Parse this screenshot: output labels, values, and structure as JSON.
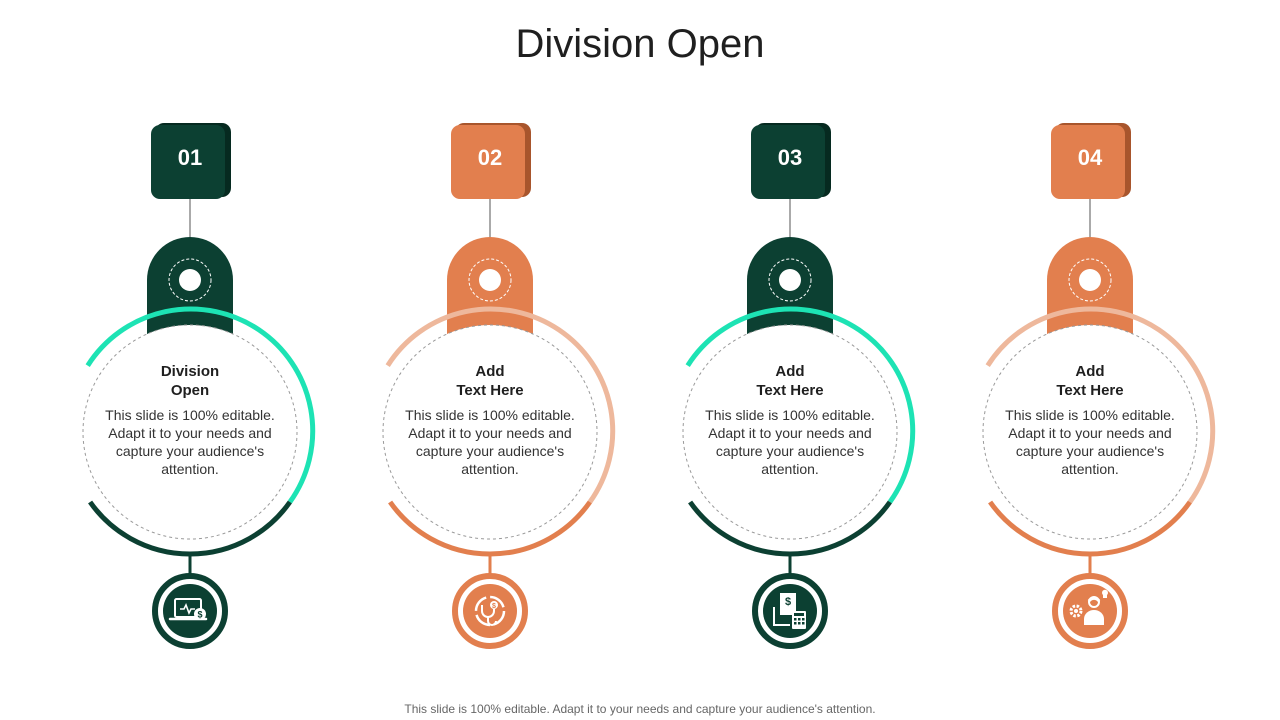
{
  "title": "Division Open",
  "footer": "This slide is 100% editable. Adapt it to your needs and capture your audience's attention.",
  "colors": {
    "dark_green": "#0c4032",
    "dark_green_shadow": "#062a20",
    "teal_accent": "#1de3b4",
    "orange": "#e27f4e",
    "orange_shadow": "#a8552c",
    "light_orange": "#eeb89c"
  },
  "steps": [
    {
      "number": "01",
      "heading_line1": "Division",
      "heading_line2": "Open",
      "body": "This slide is 100% editable. Adapt it to your needs and capture your audience's attention.",
      "theme": "green",
      "icon": "laptop-medical-icon"
    },
    {
      "number": "02",
      "heading_line1": "Add",
      "heading_line2": "Text Here",
      "body": "This slide is 100% editable. Adapt it to your needs and capture your audience's attention.",
      "theme": "orange",
      "icon": "stethoscope-dollar-icon"
    },
    {
      "number": "03",
      "heading_line1": "Add",
      "heading_line2": "Text Here",
      "body": "This slide is 100% editable. Adapt it to your needs and capture your audience's attention.",
      "theme": "green",
      "icon": "invoice-calculator-icon"
    },
    {
      "number": "04",
      "heading_line1": "Add",
      "heading_line2": "Text Here",
      "body": "This slide is 100% editable. Adapt it to your needs and capture your audience's attention.",
      "theme": "orange",
      "icon": "doctor-idea-icon"
    }
  ]
}
